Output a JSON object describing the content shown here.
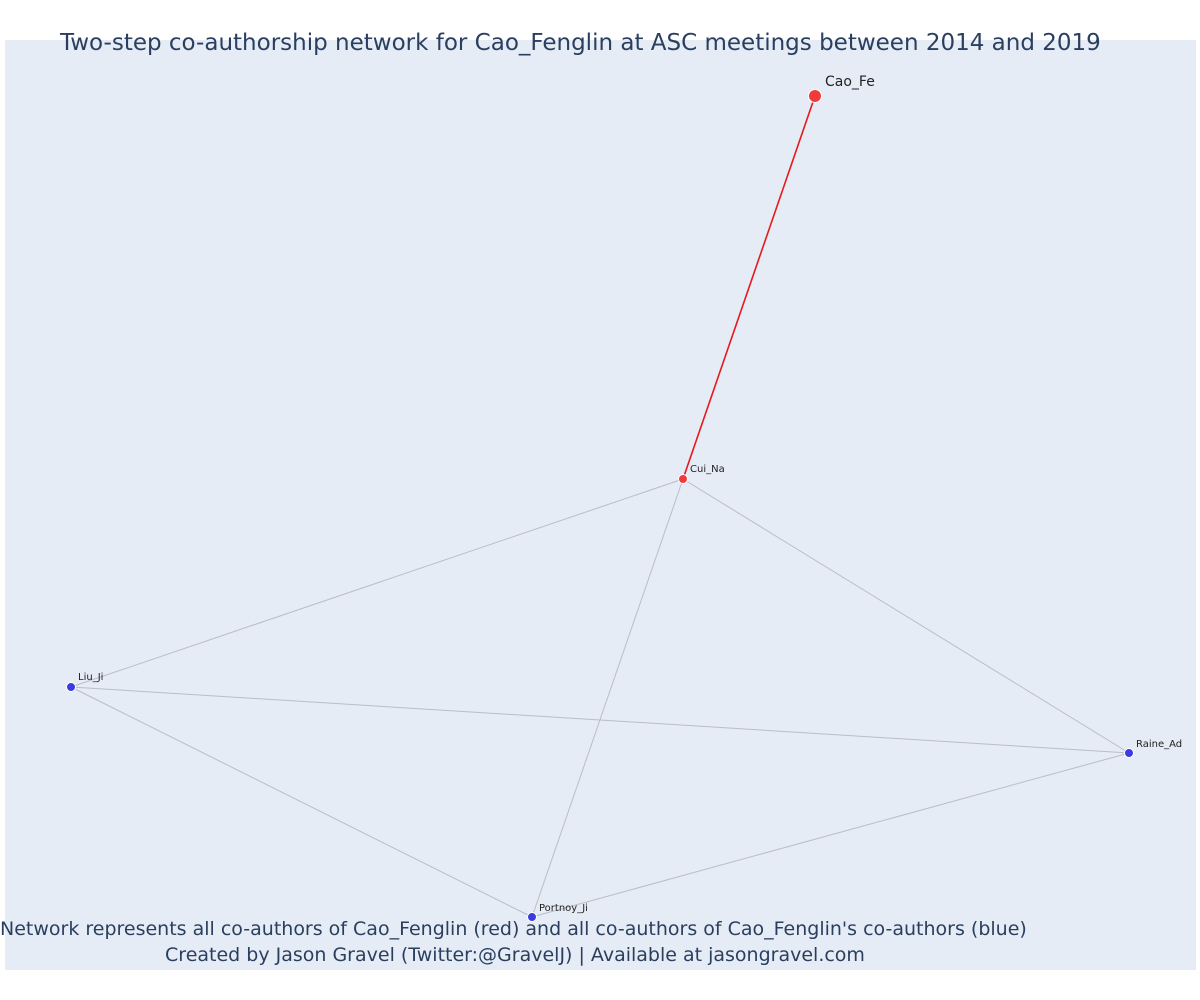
{
  "title": "Two-step co-authorship network for Cao_Fenglin at ASC meetings between 2014 and 2019",
  "caption": {
    "line1": "Network represents all co-authors of Cao_Fenglin (red) and all co-authors of Cao_Fenglin's co-authors (blue)",
    "line2": "Created by Jason Gravel (Twitter:@GravelJ) | Available at jasongravel.com"
  },
  "colors": {
    "background": "#e5ecf6",
    "focal": "#ef3b3b",
    "coauthor": "#ef3b3b",
    "second_step": "#3b3be0",
    "focal_edge": "#e41a1c",
    "edge": "#b9bdc9",
    "text": "#2a3f5f"
  },
  "network": {
    "nodes": [
      {
        "id": "Cao_Fe",
        "label": "Cao_Fe",
        "group": "focal"
      },
      {
        "id": "Cui_Na",
        "label": "Cui_Na",
        "group": "coauthor"
      },
      {
        "id": "Liu_Ji",
        "label": "Liu_Ji",
        "group": "second_step"
      },
      {
        "id": "Portnoy_Ji",
        "label": "Portnoy_Ji",
        "group": "second_step"
      },
      {
        "id": "Raine_Ad",
        "label": "Raine_Ad",
        "group": "second_step"
      }
    ],
    "edges": [
      {
        "source": "Cao_Fe",
        "target": "Cui_Na",
        "focal": true
      },
      {
        "source": "Cui_Na",
        "target": "Liu_Ji",
        "focal": false
      },
      {
        "source": "Cui_Na",
        "target": "Portnoy_Ji",
        "focal": false
      },
      {
        "source": "Cui_Na",
        "target": "Raine_Ad",
        "focal": false
      },
      {
        "source": "Liu_Ji",
        "target": "Portnoy_Ji",
        "focal": false
      },
      {
        "source": "Liu_Ji",
        "target": "Raine_Ad",
        "focal": false
      },
      {
        "source": "Portnoy_Ji",
        "target": "Raine_Ad",
        "focal": false
      }
    ]
  }
}
